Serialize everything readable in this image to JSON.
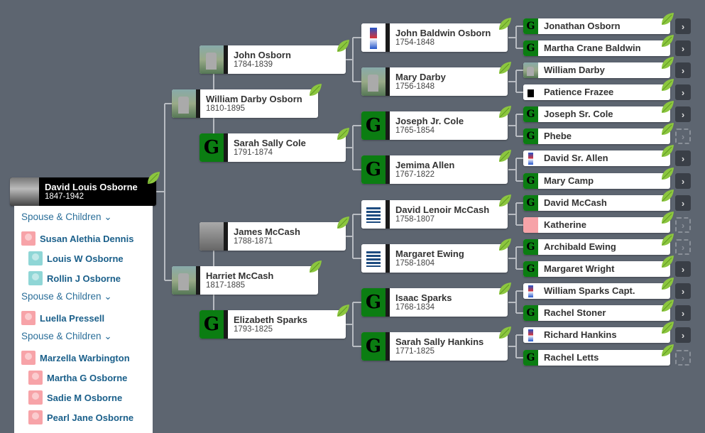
{
  "root": {
    "name": "David Louis Osborne",
    "years": "1847-1942",
    "photo": "portrait"
  },
  "panel": {
    "families": [
      {
        "label": "Spouse & Children",
        "spouse": {
          "name": "Susan Alethia Dennis",
          "gender": "female"
        },
        "children": [
          {
            "name": "Louis W Osborne",
            "gender": "male"
          },
          {
            "name": "Rollin J Osborne",
            "gender": "male"
          }
        ]
      },
      {
        "label": "Spouse & Children",
        "spouse": {
          "name": "Luella Pressell",
          "gender": "female"
        },
        "children": []
      },
      {
        "label": "Spouse & Children",
        "spouse": {
          "name": "Marzella Warbington",
          "gender": "female"
        },
        "children": [
          {
            "name": "Martha G Osborne",
            "gender": "female"
          },
          {
            "name": "Sadie M Osborne",
            "gender": "female"
          },
          {
            "name": "Pearl Jane Osborne",
            "gender": "female"
          }
        ]
      }
    ]
  },
  "gen1": [
    {
      "name": "William Darby Osborn",
      "years": "1810-1895",
      "photo": "gravestone"
    },
    {
      "name": "Harriet McCash",
      "years": "1817-1885",
      "photo": "gravestone"
    }
  ],
  "gen2": [
    {
      "name": "John Osborn",
      "years": "1784-1839",
      "photo": "gravestone"
    },
    {
      "name": "Sarah Sally Cole",
      "years": "1791-1874",
      "photo": "ornament-g"
    },
    {
      "name": "James McCash",
      "years": "1788-1871",
      "photo": "statue"
    },
    {
      "name": "Elizabeth Sparks",
      "years": "1793-1825",
      "photo": "ornament-g"
    }
  ],
  "gen3": [
    {
      "name": "John Baldwin Osborn",
      "years": "1754-1848",
      "photo": "soldier"
    },
    {
      "name": "Mary Darby",
      "years": "1756-1848",
      "photo": "gravestone"
    },
    {
      "name": "Joseph Jr. Cole",
      "years": "1765-1854",
      "photo": "ornament-g"
    },
    {
      "name": "Jemima Allen",
      "years": "1767-1822",
      "photo": "ornament-g"
    },
    {
      "name": "David Lenoir McCash",
      "years": "1758-1807",
      "photo": "ship"
    },
    {
      "name": "Margaret Ewing",
      "years": "1758-1804",
      "photo": "ship"
    },
    {
      "name": "Isaac Sparks",
      "years": "1768-1834",
      "photo": "ornament-g"
    },
    {
      "name": "Sarah Sally Hankins",
      "years": "1771-1825",
      "photo": "ornament-g"
    }
  ],
  "gen4": [
    {
      "name": "Jonathan Osborn",
      "photo": "ornament-g",
      "arrow": "active"
    },
    {
      "name": "Martha Crane Baldwin",
      "photo": "ornament-g",
      "arrow": "active"
    },
    {
      "name": "William Darby",
      "photo": "gravestone",
      "arrow": "active"
    },
    {
      "name": "Patience Frazee",
      "photo": "document",
      "arrow": "active"
    },
    {
      "name": "Joseph Sr. Cole",
      "photo": "ornament-g",
      "arrow": "active"
    },
    {
      "name": "Phebe",
      "photo": "ornament-g",
      "arrow": "add"
    },
    {
      "name": "David Sr. Allen",
      "photo": "soldier",
      "arrow": "active"
    },
    {
      "name": "Mary Camp",
      "photo": "ornament-g",
      "arrow": "active"
    },
    {
      "name": "David McCash",
      "photo": "ornament-g",
      "arrow": "active"
    },
    {
      "name": "Katherine",
      "photo": "female-silhouette",
      "arrow": "add"
    },
    {
      "name": "Archibald Ewing",
      "photo": "ornament-g",
      "arrow": "add"
    },
    {
      "name": "Margaret Wright",
      "photo": "ornament-g",
      "arrow": "active"
    },
    {
      "name": "William Sparks Capt.",
      "photo": "soldier",
      "arrow": "active"
    },
    {
      "name": "Rachel Stoner",
      "photo": "ornament-g",
      "arrow": "active"
    },
    {
      "name": "Richard Hankins",
      "photo": "soldier",
      "arrow": "active"
    },
    {
      "name": "Rachel Letts",
      "photo": "ornament-g",
      "arrow": "add"
    }
  ],
  "arrow_glyph": "›",
  "colors": {
    "background": "#5d6570",
    "leaf": "#8cc63f",
    "link": "#1a5f8a"
  }
}
